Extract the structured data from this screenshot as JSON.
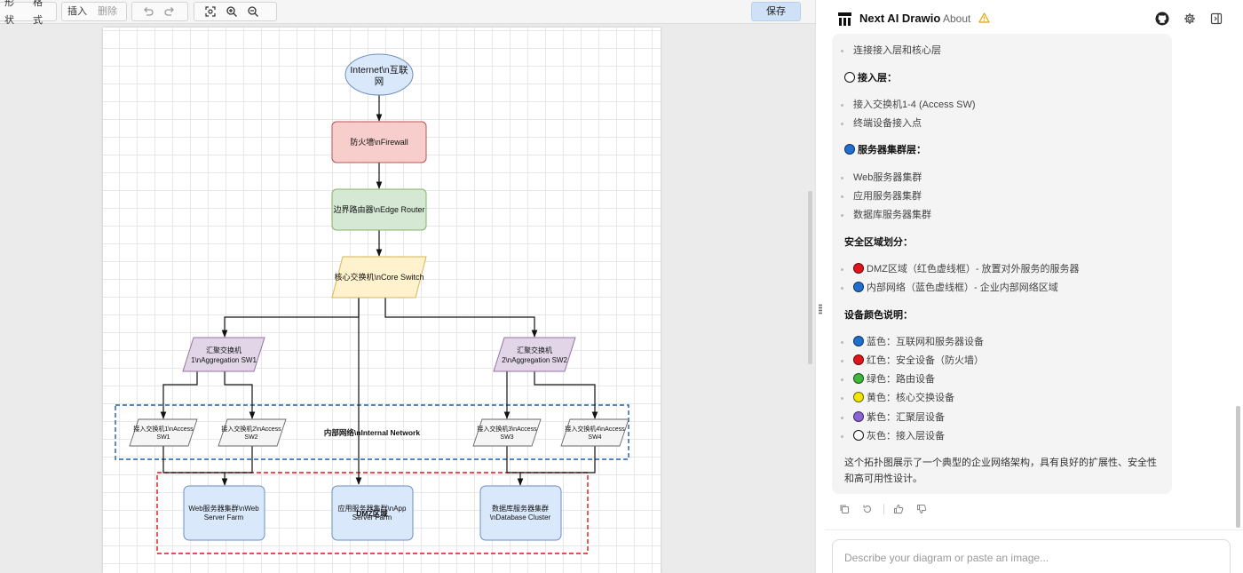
{
  "toolbar": {
    "shape_label": "形状",
    "format_label": "格式",
    "insert_label": "插入",
    "delete_label": "删除",
    "save_label": "保存",
    "icons": [
      "undo-icon",
      "redo-icon",
      "fit-page-icon",
      "zoom-in-icon",
      "zoom-out-icon"
    ]
  },
  "diagram": {
    "nodes": {
      "internet": [
        "Internet\\n互联",
        "网"
      ],
      "firewall": [
        "防火墙\\nFirewall"
      ],
      "router": [
        "边界路由器\\nEdge Router"
      ],
      "core": [
        "核心交换机\\nCore Switch"
      ],
      "agg1": [
        "汇聚交换机",
        "1\\nAggregation SW1"
      ],
      "agg2": [
        "汇聚交换机",
        "2\\nAggregation SW2"
      ],
      "acc1": [
        "接入交换机1\\nAccess",
        "SW1"
      ],
      "acc2": [
        "接入交换机2\\nAccess",
        "SW2"
      ],
      "acc3": [
        "接入交换机3\\nAccess",
        "SW3"
      ],
      "acc4": [
        "接入交换机4\\nAccess",
        "SW4"
      ],
      "web": [
        "Web服务器集群\\nWeb",
        "Server Farm"
      ],
      "app": [
        "应用服务器集群\\nApp",
        "Server Farm"
      ],
      "db": [
        "数据库服务器集群",
        "\\nDatabase Cluster"
      ]
    },
    "zones": {
      "internal": "内部网络\\nInternal Network",
      "dmz": "DMZ区域"
    },
    "colors": {
      "internet": "#dae8fc",
      "firewall": "#f8cecc",
      "router": "#d5e8d4",
      "core": "#fff2cc",
      "aggregation": "#e1d5e7",
      "access": "#f5f5f5",
      "server": "#dae8fc",
      "internal_zone": "#1f5fa8",
      "dmz_zone": "#e0141a"
    }
  },
  "chat": {
    "brand": "Next AI Drawio",
    "about": "About",
    "header_icons": [
      "github-icon",
      "settings-icon",
      "panel-toggle-icon"
    ],
    "message": {
      "agg_item": "连接接入层和核心层",
      "access_heading": "接入层：",
      "access_items": [
        "接入交换机1-4 (Access SW)",
        "终端设备接入点"
      ],
      "server_heading": "服务器集群层：",
      "server_items": [
        "Web服务器集群",
        "应用服务器集群",
        "数据库服务器集群"
      ],
      "security_heading": "安全区域划分：",
      "security_items": [
        {
          "text": "DMZ区域（红色虚线框）- 放置对外服务的服务器",
          "color": "#e0141a"
        },
        {
          "text": "内部网络（蓝色虚线框）- 企业内部网络区域",
          "color": "#1f6fd0"
        }
      ],
      "colors_heading": "设备颜色说明：",
      "color_items": [
        {
          "text": "蓝色：互联网和服务器设备",
          "color": "#1f6fd0"
        },
        {
          "text": "红色：安全设备（防火墙）",
          "color": "#e0141a"
        },
        {
          "text": "绿色：路由设备",
          "color": "#3cb83c"
        },
        {
          "text": "黄色：核心交换设备",
          "color": "#f2e600"
        },
        {
          "text": "紫色：汇聚层设备",
          "color": "#8a63d2"
        },
        {
          "text": "灰色：接入层设备",
          "color": "#ffffff"
        }
      ],
      "summary": "这个拓扑图展示了一个典型的企业网络架构，具有良好的扩展性、安全性和高可用性设计。"
    },
    "message_actions": [
      "copy-icon",
      "regenerate-icon",
      "thumbs-up-icon",
      "thumbs-down-icon"
    ],
    "input_placeholder": "Describe your diagram or paste an image..."
  }
}
